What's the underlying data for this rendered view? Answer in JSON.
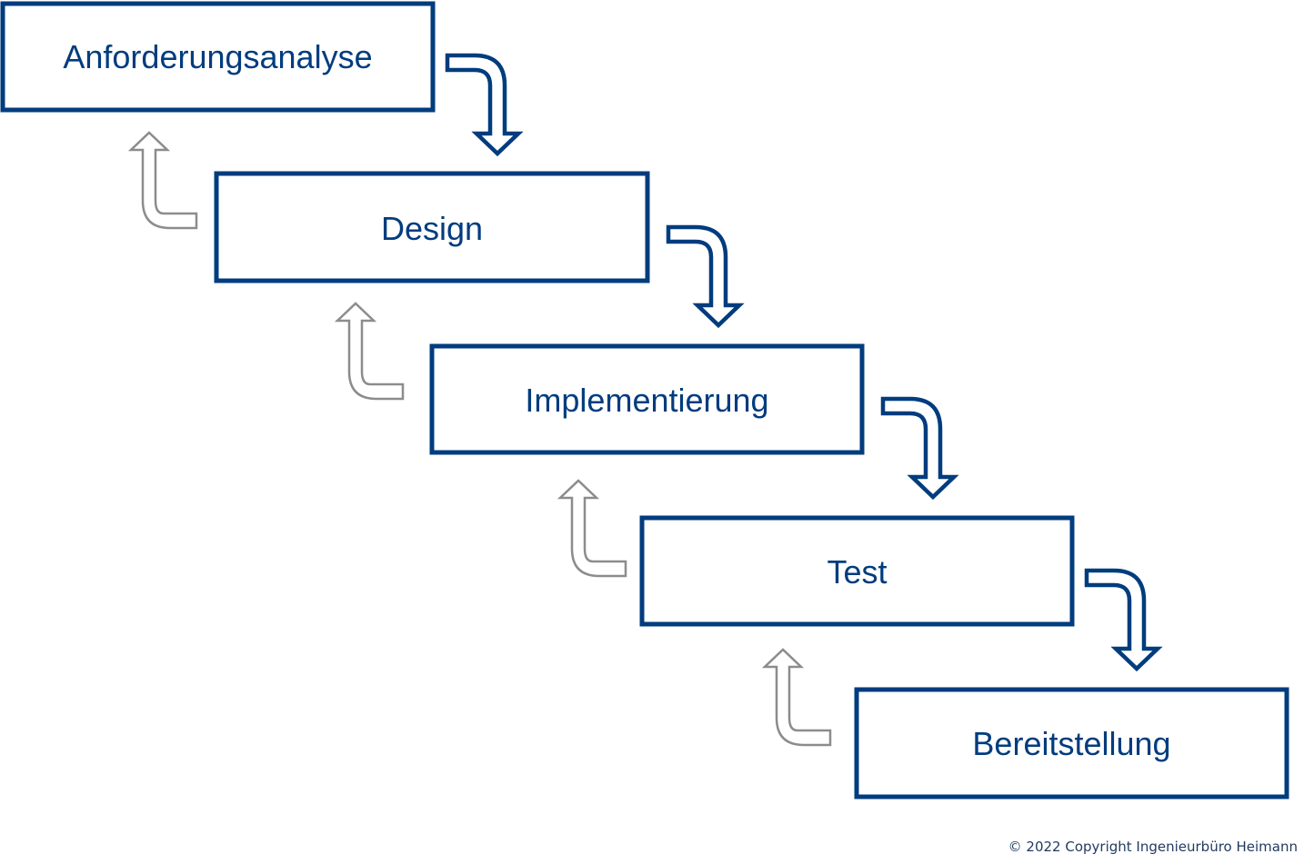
{
  "diagram": {
    "phases": [
      {
        "label": "Anforderungsanalyse"
      },
      {
        "label": "Design"
      },
      {
        "label": "Implementierung"
      },
      {
        "label": "Test"
      },
      {
        "label": "Bereitstellung"
      }
    ],
    "colors": {
      "primary": "#003C7E",
      "feedback": "#8C8C8C",
      "background": "#FFFFFF"
    },
    "forward_arrow_icon": "curved-down-arrow-icon",
    "feedback_arrow_icon": "curved-up-arrow-icon"
  },
  "footer": {
    "copyright": "© 2022 Copyright Ingenieurbüro Heimann"
  }
}
